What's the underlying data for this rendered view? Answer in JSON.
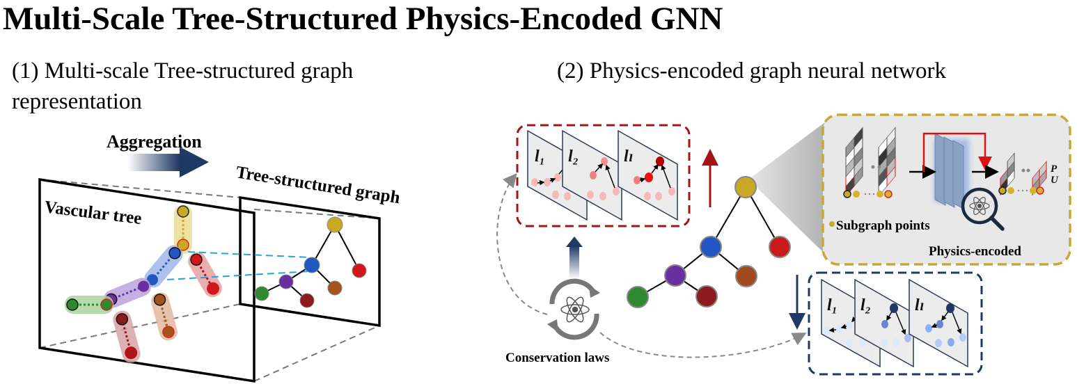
{
  "title": "Multi-Scale Tree-Structured Physics-Encoded GNN",
  "panel1": {
    "heading": "(1) Multi-scale Tree-structured graph representation",
    "aggregation_label": "Aggregation",
    "vascular_label": "Vascular tree",
    "graph_label": "Tree-structured graph"
  },
  "panel2": {
    "heading": "(2) Physics-encoded graph neural network",
    "layer_labels": [
      "l₁",
      "l₂",
      "lₗ"
    ],
    "ellipsis": "…",
    "conservation_label": "Conservation laws",
    "subgraph_label": "Subgraph points",
    "physics_label": "Physics-encoded",
    "output_vars": [
      "P",
      "U"
    ]
  },
  "colors": {
    "yellow": "#c9a826",
    "blue": "#2157c0",
    "red": "#d0181c",
    "purple": "#6a2f9e",
    "green": "#2e8a2e",
    "darkred": "#8c1a1f",
    "brown": "#a5521e",
    "upward_box": "#a31515",
    "downward_box": "#1f3864",
    "physics_box": "#c8a832"
  }
}
